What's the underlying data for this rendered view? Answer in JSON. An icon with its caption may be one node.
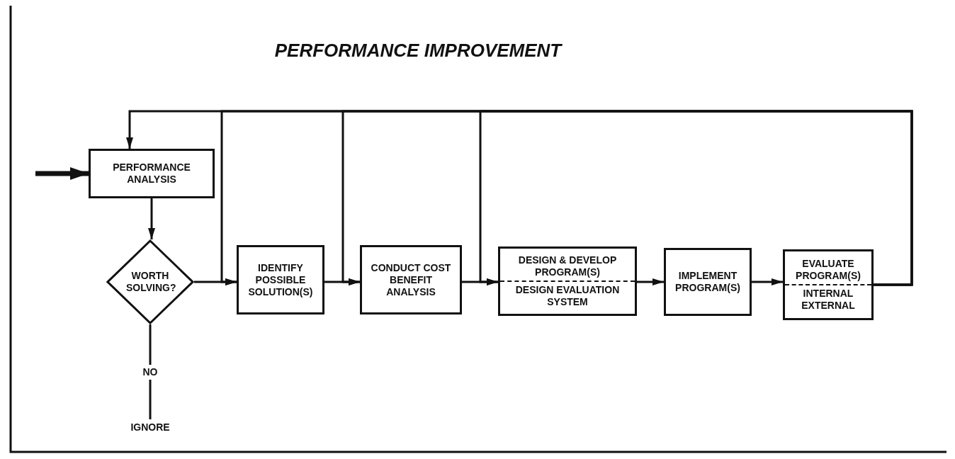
{
  "diagram": {
    "title": "PERFORMANCE IMPROVEMENT",
    "nodes": [
      {
        "text": [
          "PERFORMANCE ANALYSIS"
        ]
      },
      {
        "text": [
          "WORTH SOLVING?"
        ]
      },
      {
        "text": [
          "IDENTIFY POSSIBLE SOLUTION(S)"
        ]
      },
      {
        "text": [
          "CONDUCT COST BENEFIT ANALYSIS"
        ]
      },
      {
        "text": [
          "DESIGN & DEVELOP PROGRAM(S)",
          "DESIGN EVALUATION SYSTEM"
        ]
      },
      {
        "text": [
          "IMPLEMENT PROGRAM(S)"
        ]
      },
      {
        "text": [
          "EVALUATE PROGRAM(S)",
          "INTERNAL EXTERNAL"
        ]
      },
      {
        "text": [
          "IGNORE"
        ]
      }
    ],
    "edges": [
      {
        "from": null,
        "to": 0,
        "arrow": "to",
        "style": "thick"
      },
      {
        "from": 0,
        "to": 1,
        "arrow": "to"
      },
      {
        "from": 1,
        "to": 2,
        "arrow": "to"
      },
      {
        "from": 2,
        "to": 3,
        "arrow": "to"
      },
      {
        "from": 3,
        "to": 4,
        "arrow": "to"
      },
      {
        "from": 4,
        "to": 5,
        "arrow": "to"
      },
      {
        "from": 5,
        "to": 6,
        "arrow": "to"
      },
      {
        "from": 6,
        "to": 0,
        "arrow": "to"
      },
      {
        "from": 6,
        "to": 2,
        "arrow": "to"
      },
      {
        "from": 6,
        "to": 3,
        "arrow": "to"
      },
      {
        "from": 6,
        "to": 4,
        "arrow": "to"
      },
      {
        "from": 1,
        "to": 7,
        "arrow": "none",
        "label": "NO"
      }
    ]
  }
}
